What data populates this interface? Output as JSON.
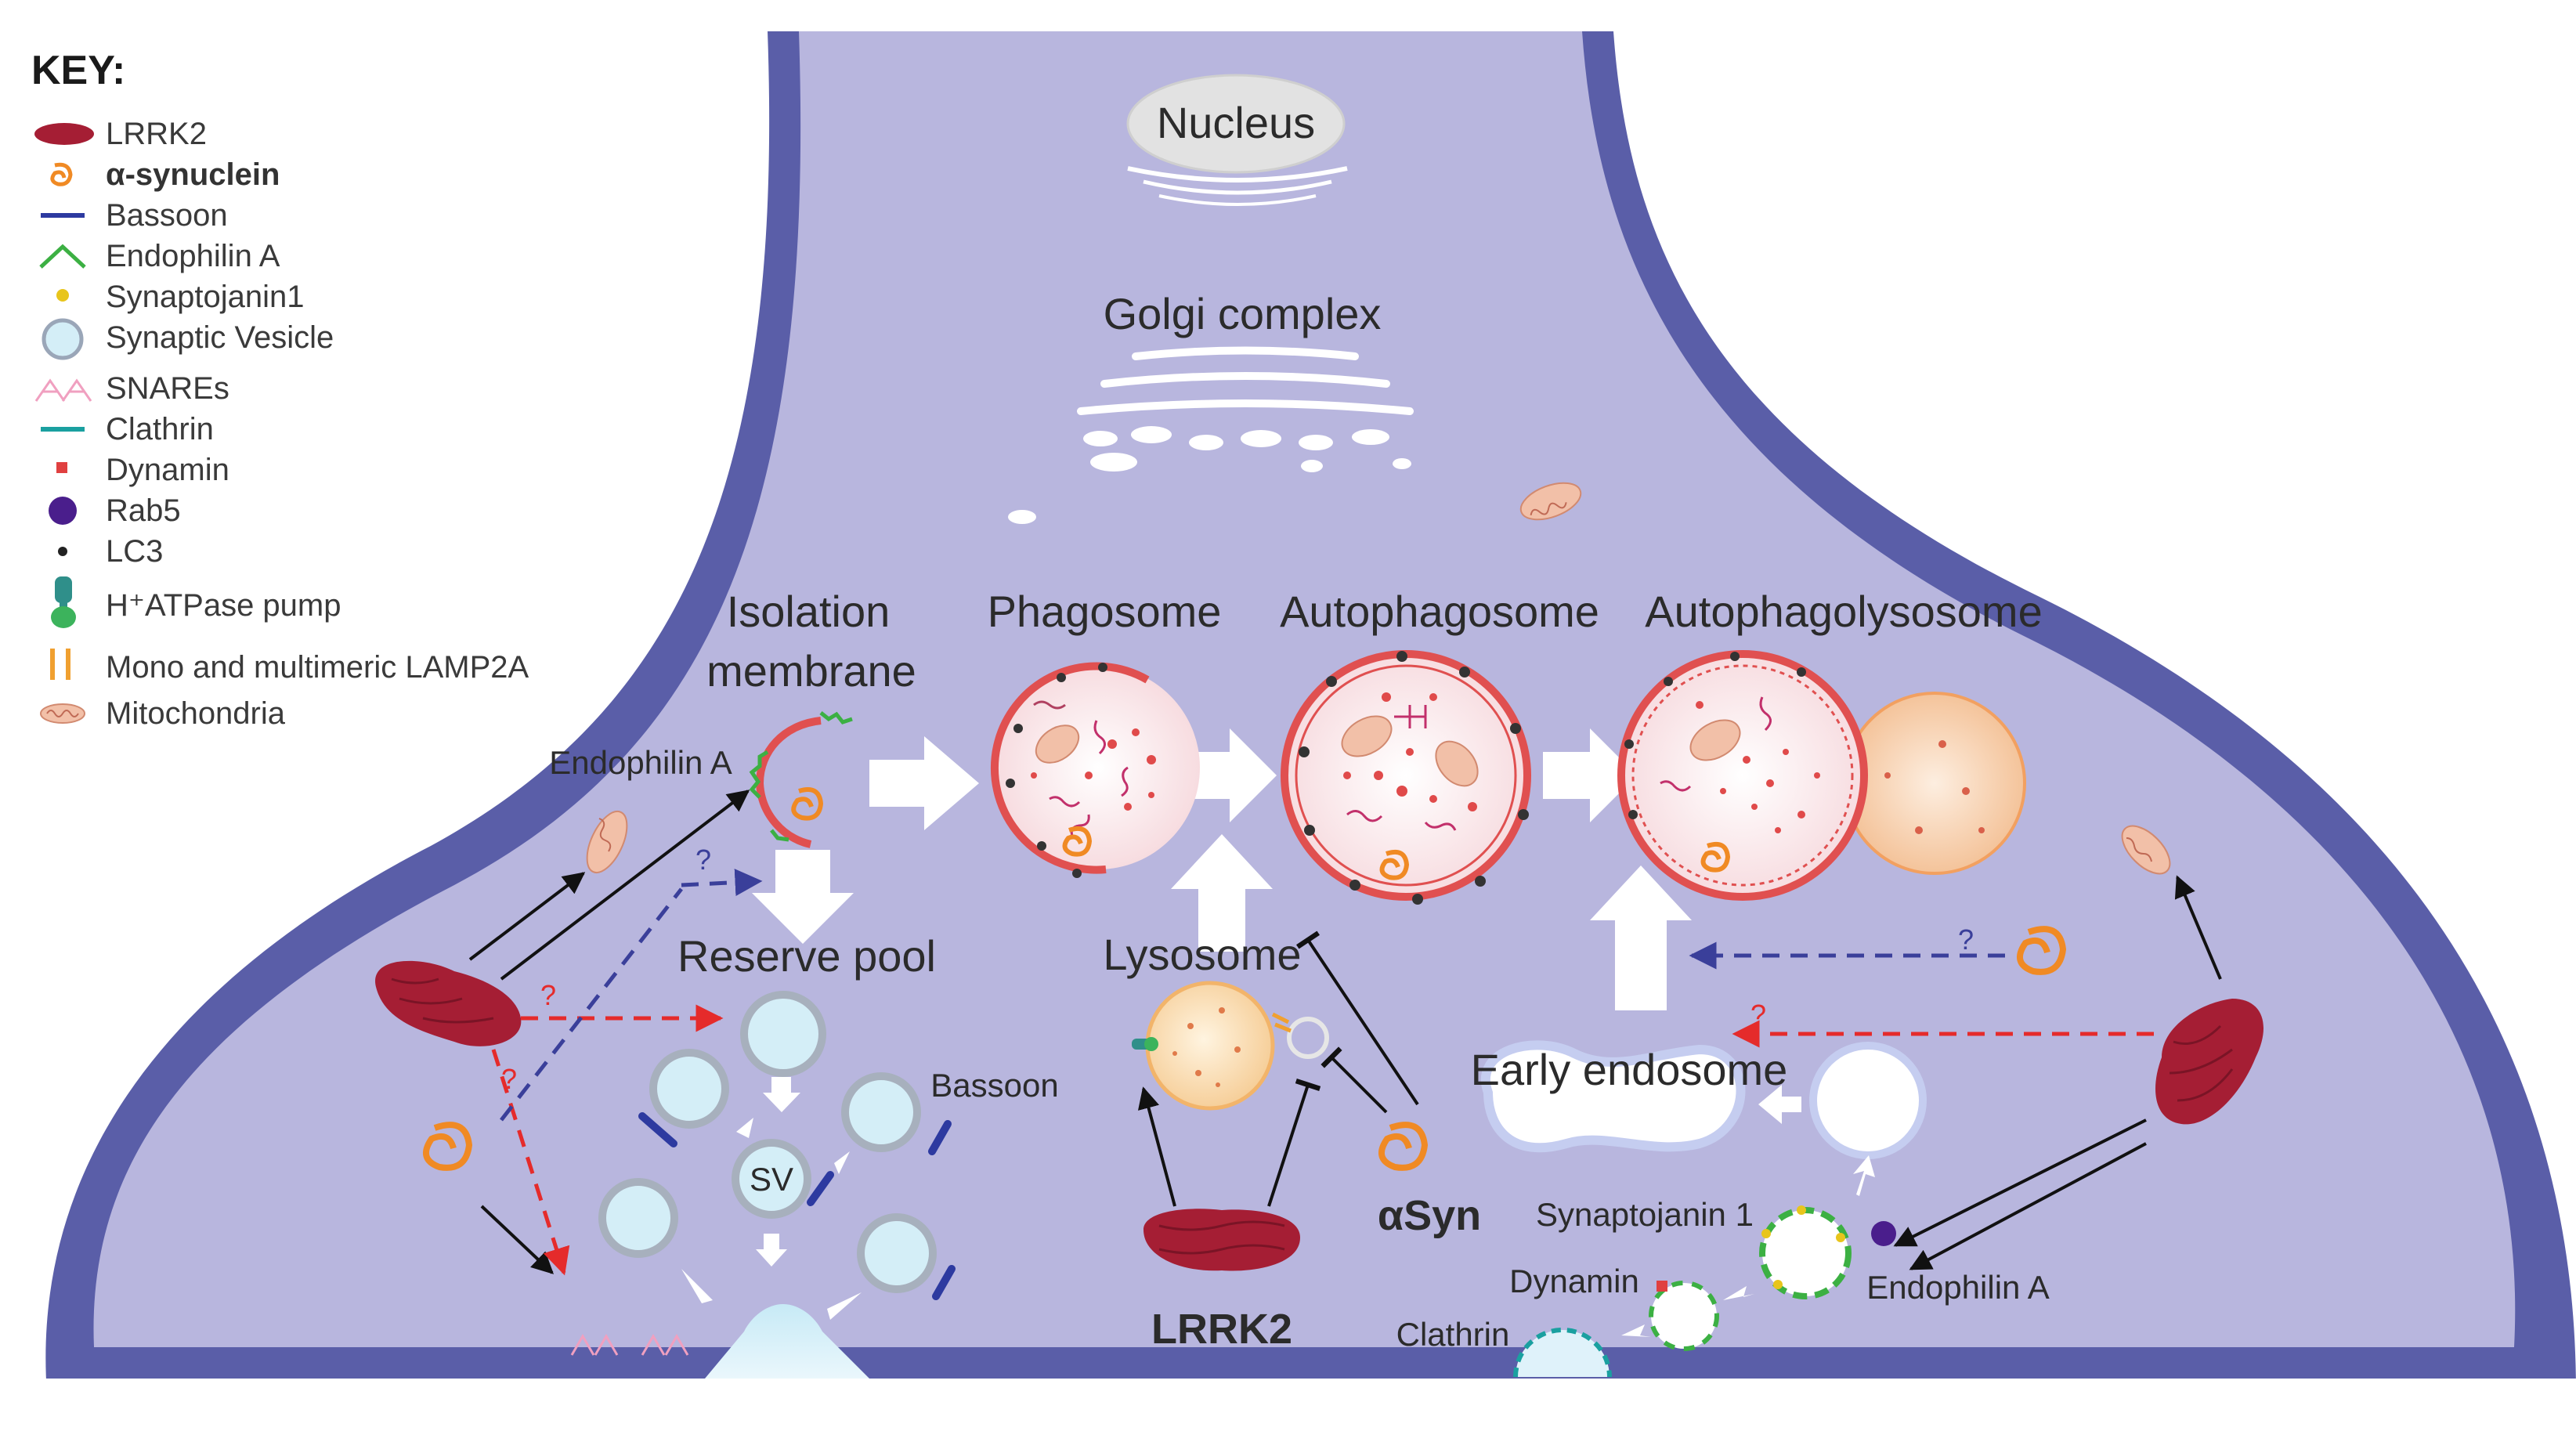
{
  "key": {
    "title": "KEY:",
    "items": [
      {
        "label": "LRRK2",
        "icon": "lrrk2-icon"
      },
      {
        "label": "α-synuclein",
        "icon": "alpha-synuclein-icon"
      },
      {
        "label": "Bassoon",
        "icon": "bassoon-icon"
      },
      {
        "label": "Endophilin A",
        "icon": "endophilin-icon"
      },
      {
        "label": "Synaptojanin1",
        "icon": "synaptojanin-icon"
      },
      {
        "label": "Synaptic Vesicle",
        "icon": "synaptic-vesicle-icon"
      },
      {
        "label": "SNAREs",
        "icon": "snares-icon"
      },
      {
        "label": "Clathrin",
        "icon": "clathrin-icon"
      },
      {
        "label": "Dynamin",
        "icon": "dynamin-icon"
      },
      {
        "label": "Rab5",
        "icon": "rab5-icon"
      },
      {
        "label": "LC3",
        "icon": "lc3-icon"
      },
      {
        "label": "H⁺ATPase pump",
        "icon": "atpase-pump-icon"
      },
      {
        "label": "Mono and multimeric LAMP2A",
        "icon": "lamp2a-icon"
      },
      {
        "label": "Mitochondria",
        "icon": "mitochondria-icon"
      }
    ]
  },
  "labels": {
    "nucleus": "Nucleus",
    "golgi": "Golgi complex",
    "isolation_1": "Isolation",
    "isolation_2": "membrane",
    "phagosome": "Phagosome",
    "autophagosome": "Autophagosome",
    "autophagolysosome": "Autophagolysosome",
    "endophilin_left": "Endophilin A",
    "reserve_pool": "Reserve pool",
    "lysosome": "Lysosome",
    "bassoon": "Bassoon",
    "sv": "SV",
    "early_endosome": "Early endosome",
    "asyn": "αSyn",
    "lrrk2": "LRRK2",
    "synaptojanin": "Synaptojanin 1",
    "dynamin": "Dynamin",
    "clathrin": "Clathrin",
    "endophilin_right": "Endophilin A",
    "q": "?"
  },
  "colors": {
    "membrane": "#5a5ea8",
    "cytoplasm": "#b8b6de",
    "lrrk2": "#a51e34",
    "synuclein": "#f08a24",
    "dashed_red": "#e52b2b",
    "dashed_blue": "#3a3f9a",
    "vesicle_fill": "#d4eef7"
  }
}
